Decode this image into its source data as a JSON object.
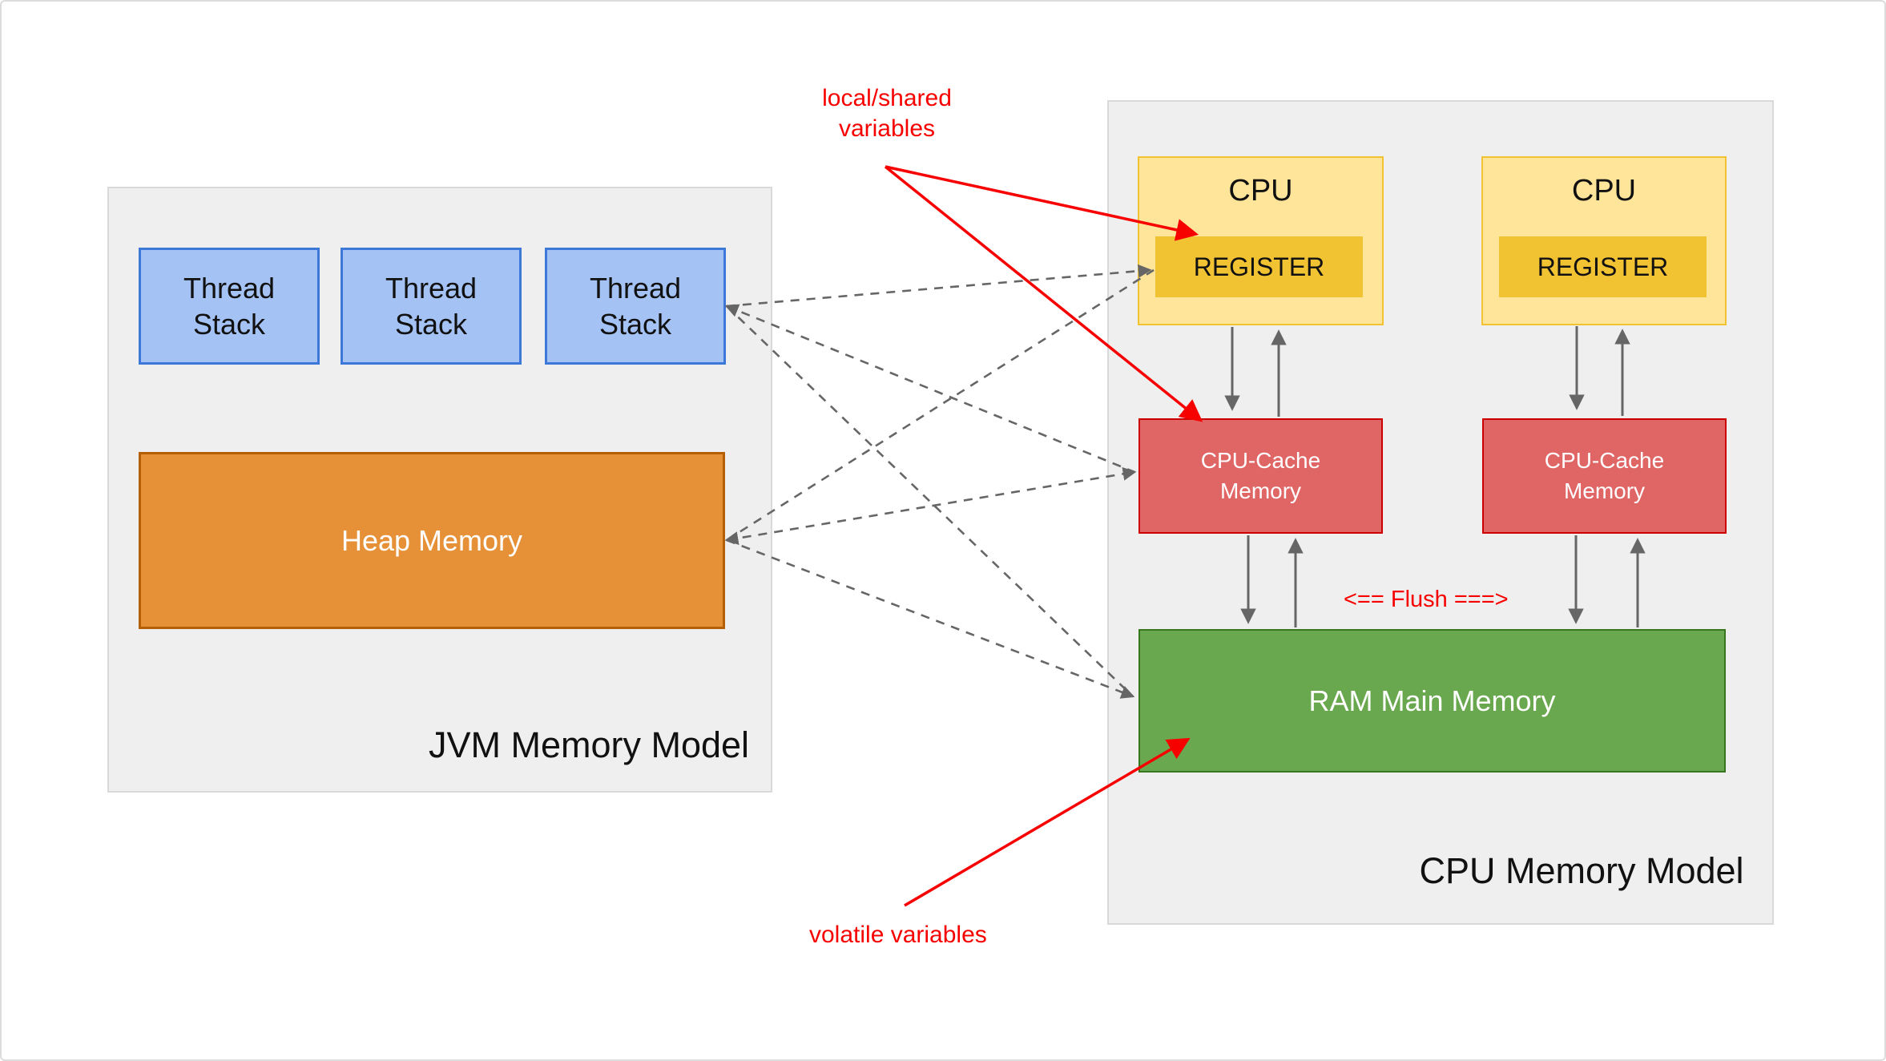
{
  "jvm": {
    "title": "JVM Memory Model",
    "thread_stacks": [
      "Thread Stack",
      "Thread Stack",
      "Thread Stack"
    ],
    "heap_label": "Heap Memory"
  },
  "cpu": {
    "title": "CPU Memory Model",
    "flush_label": "<== Flush ===>",
    "cpus": [
      {
        "label": "CPU",
        "register": "REGISTER",
        "cache": "CPU-Cache Memory"
      },
      {
        "label": "CPU",
        "register": "REGISTER",
        "cache": "CPU-Cache Memory"
      }
    ],
    "ram_label": "RAM Main Memory"
  },
  "annotations": {
    "local_shared": "local/shared variables",
    "volatile": "volatile variables"
  },
  "colors": {
    "thread_fill": "#a4c2f4",
    "thread_border": "#3c78d8",
    "heap_fill": "#e69138",
    "heap_border": "#b45f06",
    "cpu_fill": "#ffe599",
    "cpu_border": "#f1c232",
    "register_fill": "#f1c232",
    "cache_fill": "#e06666",
    "cache_border": "#cc0000",
    "ram_fill": "#6aa84f",
    "ram_border": "#38761d",
    "panel_fill": "#efefef",
    "panel_border": "#d9d9d9",
    "arrow_gray": "#666666",
    "annotation_red": "#f70000"
  }
}
